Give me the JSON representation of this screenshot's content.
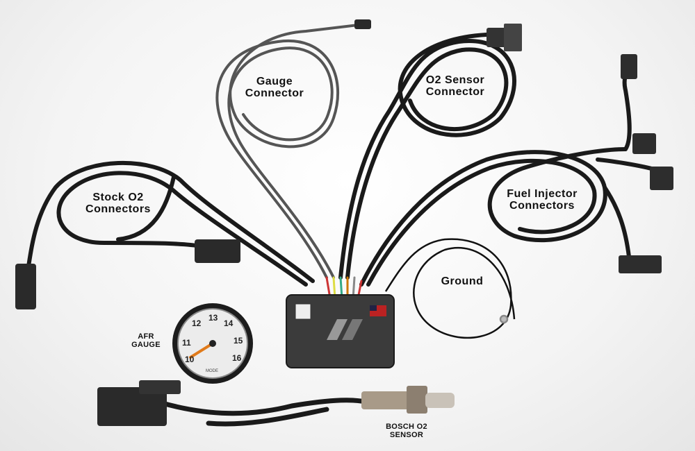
{
  "labels": {
    "gauge_connector": "Gauge\nConnector",
    "o2_sensor_connector": "O2 Sensor\nConnector",
    "fuel_injector_connectors": "Fuel Injector\nConnectors",
    "stock_o2_connectors": "Stock O2\nConnectors",
    "ground": "Ground",
    "afr_gauge": "AFR\nGAUGE",
    "bosch_o2_sensor": "BOSCH O2\nSENSOR"
  },
  "gauge": {
    "scale": [
      "10",
      "11",
      "12",
      "13",
      "14",
      "15",
      "16"
    ],
    "mode_label": "MODE"
  },
  "colors": {
    "cable_black": "#1a1a1a",
    "cable_grey": "#5a5a5a",
    "module_body": "#3a3a3a",
    "gauge_face": "#ececec",
    "sensor_steel": "#a89a88"
  }
}
